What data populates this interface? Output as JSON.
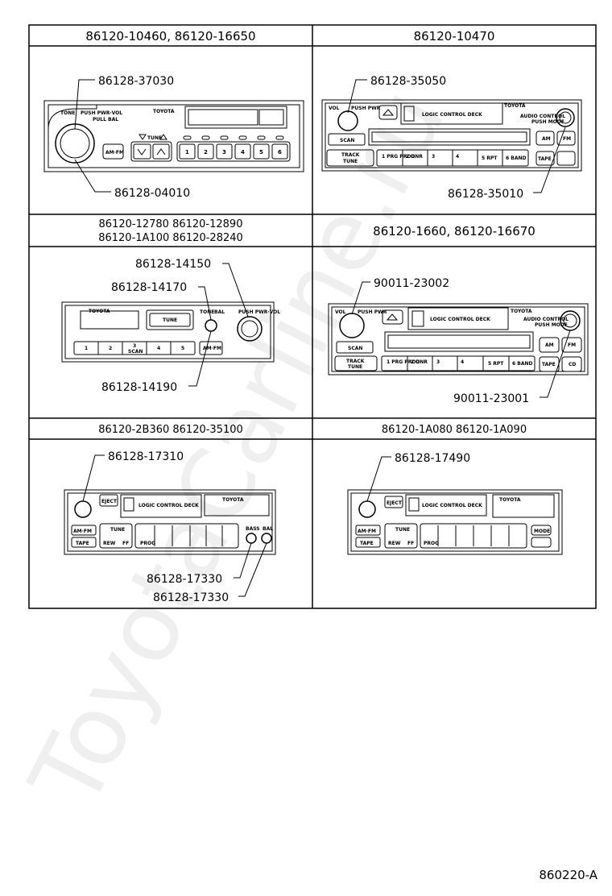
{
  "watermark": "ToyotaCarline.ru",
  "cells": [
    {
      "header": [
        "86120-10460, 86120-16650"
      ],
      "unit": {
        "brand": "TOYOTA",
        "tone": "TONE",
        "pwr": "PUSH PWR·VOL",
        "bal": "PULL BAL",
        "tune": "TUNE",
        "amfm": "AM·FM",
        "presets": [
          "1",
          "2",
          "3",
          "4",
          "5",
          "6"
        ]
      },
      "callouts": [
        "86128-37030",
        "86128-04010"
      ]
    },
    {
      "header": [
        "86120-10470"
      ],
      "unit": {
        "brand": "TOYOTA",
        "vol": "VOL",
        "pwr": "PUSH PWR",
        "deck": "LOGIC CONTROL DECK",
        "scan": "SCAN",
        "track": "TRACK",
        "tune": "TUNE",
        "prog": "1 PRG PROG",
        "dnr": "2 DNR",
        "rew": "3",
        "ff": "4",
        "rpt": "5 RPT",
        "band": "6 BAND",
        "am": "AM",
        "fm": "FM",
        "tape": "TAPE",
        "audio": "AUDIO CONTROL",
        "mode": "PUSH MODE"
      },
      "callouts": [
        "86128-35050",
        "86128-35010"
      ]
    },
    {
      "header": [
        "86120-12780  86120-12890",
        "86120-1A100  86120-28240"
      ],
      "unit": {
        "brand": "TOYOTA",
        "tune": "TUNE",
        "tone": "TONE",
        "bal": "BAL",
        "pwr": "PUSH PWR·VOL",
        "amfm": "AM·FM",
        "presets": [
          "1",
          "2",
          "3",
          "4",
          "5"
        ],
        "scan": "SCAN"
      },
      "callouts": [
        "86128-14150",
        "86128-14170",
        "86128-14190"
      ]
    },
    {
      "header": [
        "86120-1660, 86120-16670"
      ],
      "unit": {
        "brand": "TOYOTA",
        "vol": "VOL",
        "pwr": "PUSH PWR",
        "deck": "LOGIC CONTROL DECK",
        "scan": "SCAN",
        "track": "TRACK",
        "tune": "TUNE",
        "prog": "1 PRG PROG",
        "dnr": "2 DNR",
        "rew": "3",
        "ff": "4",
        "rpt": "5 RPT",
        "band": "6 BAND",
        "am": "AM",
        "fm": "FM",
        "tape": "TAPE",
        "cd": "CD",
        "audio": "AUDIO CONTROL",
        "mode": "PUSH MODE"
      },
      "callouts": [
        "90011-23002",
        "90011-23001"
      ]
    },
    {
      "header": [
        "86120-2B360  86120-35100"
      ],
      "unit": {
        "brand": "TOYOTA",
        "deck": "LOGIC CONTROL DECK",
        "eject": "EJECT",
        "amfm": "AM·FM",
        "tape": "TAPE",
        "tune": "TUNE",
        "rew": "REW",
        "ff": "FF",
        "prog": "PROG",
        "bass": "BASS",
        "bal": "BAL"
      },
      "callouts": [
        "86128-17310",
        "86128-17330",
        "86128-17330"
      ]
    },
    {
      "header": [
        "86120-1A080  86120-1A090"
      ],
      "unit": {
        "brand": "TOYOTA",
        "deck": "LOGIC CONTROL DECK",
        "eject": "EJECT",
        "amfm": "AM·FM",
        "tape": "TAPE",
        "tune": "TUNE",
        "rew": "REW",
        "ff": "FF",
        "prog": "PROG",
        "mode": "MODE"
      },
      "callouts": [
        "86128-17490"
      ]
    }
  ],
  "page_code": "860220-A"
}
